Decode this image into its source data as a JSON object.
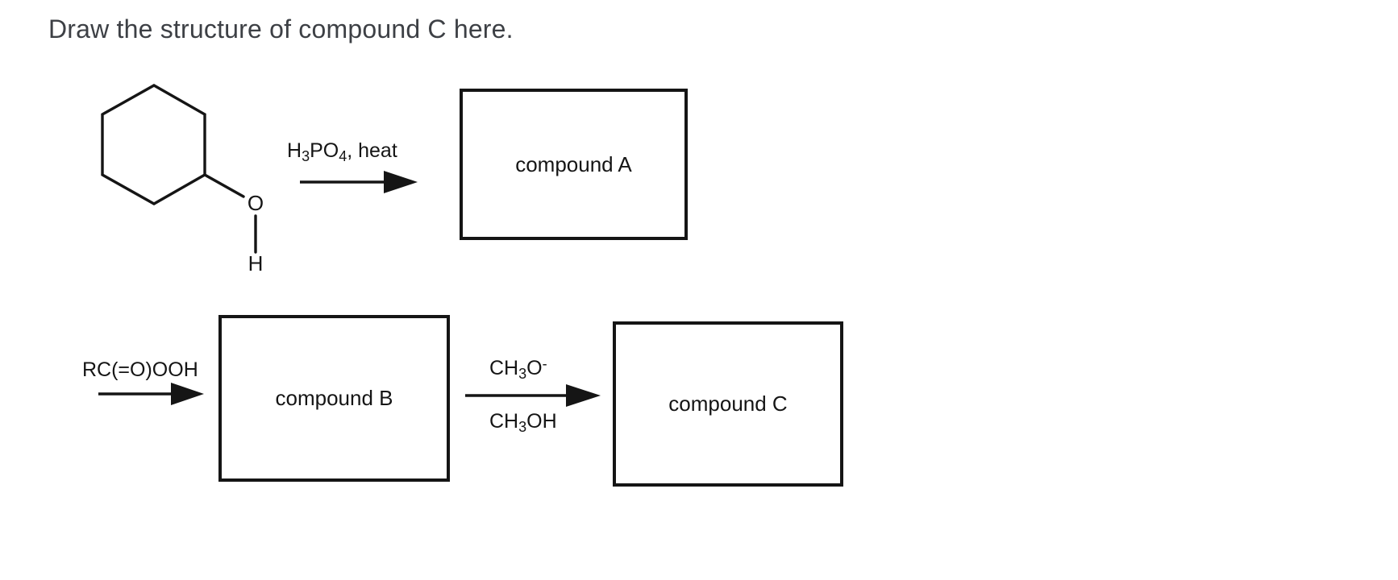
{
  "question": {
    "title": "Draw the structure of compound C here."
  },
  "structure": {
    "oxygen": "O",
    "hydrogen": "H"
  },
  "reactions": {
    "step1": {
      "reagent_parts": {
        "p1": "H",
        "sub1": "3",
        "p2": "PO",
        "sub2": "4",
        "p3": ", heat"
      }
    },
    "step2": {
      "reagent": "RC(=O)OOH"
    },
    "step3": {
      "above_parts": {
        "p1": "CH",
        "sub1": "3",
        "p2": "O",
        "sup1": "-"
      },
      "below_parts": {
        "p1": "CH",
        "sub1": "3",
        "p2": "OH"
      }
    }
  },
  "boxes": {
    "compound_a": "compound A",
    "compound_b": "compound B",
    "compound_c": "compound C"
  },
  "colors": {
    "title_text": "#3d4045",
    "ink": "#151515",
    "background": "#ffffff"
  }
}
